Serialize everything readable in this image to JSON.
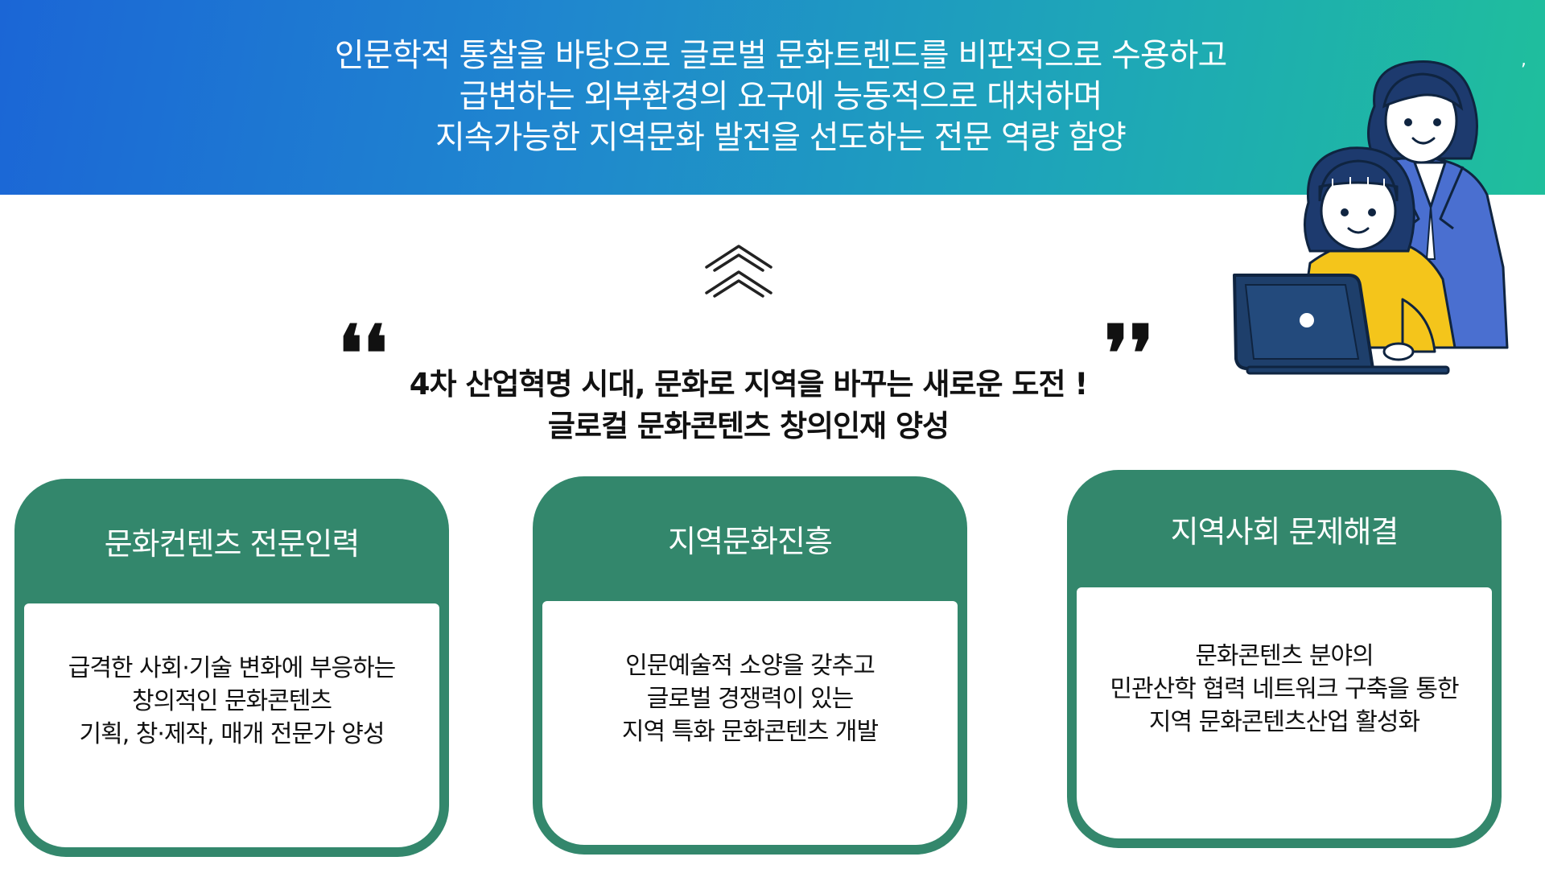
{
  "banner": {
    "lines": [
      "인문학적 통찰을 바탕으로 글로벌 문화트렌드를 비판적으로 수용하고",
      "급변하는 외부환경의 요구에 능동적으로 대처하며",
      "지속가능한 지역문화 발전을 선도하는 전문 역량 함양"
    ],
    "mark": ","
  },
  "quotes": {
    "open": "❛❛",
    "close": "❜❜"
  },
  "slogan": {
    "line1": "4차 산업혁명 시대, 문화로 지역을 바꾸는 새로운 도전 !",
    "line2": "글로컬 문화콘텐츠 창의인재 양성"
  },
  "cards": [
    {
      "title": "문화컨텐츠 전문인력",
      "lines": [
        "급격한 사회·기술 변화에 부응하는",
        "창의적인 문화콘텐츠",
        "기획, 창·제작, 매개 전문가 양성"
      ]
    },
    {
      "title": "지역문화진흥",
      "lines": [
        "인문예술적 소양을 갖추고",
        "글로벌 경쟁력이 있는",
        "지역 특화 문화콘텐츠 개발"
      ]
    },
    {
      "title": "지역사회 문제해결",
      "lines": [
        "문화콘텐츠 분야의",
        "민관산학 협력 네트워크 구축을 통한",
        "지역 문화콘텐츠산업 활성화"
      ]
    }
  ],
  "colors": {
    "banner_start": "#1b66d6",
    "banner_end": "#1fbf9c",
    "card_green": "#33876c",
    "text_dark": "#111111"
  },
  "icons": {
    "chevrons": "double-chevron-up-icon",
    "illustration": "teacher-student-laptop-illustration"
  }
}
